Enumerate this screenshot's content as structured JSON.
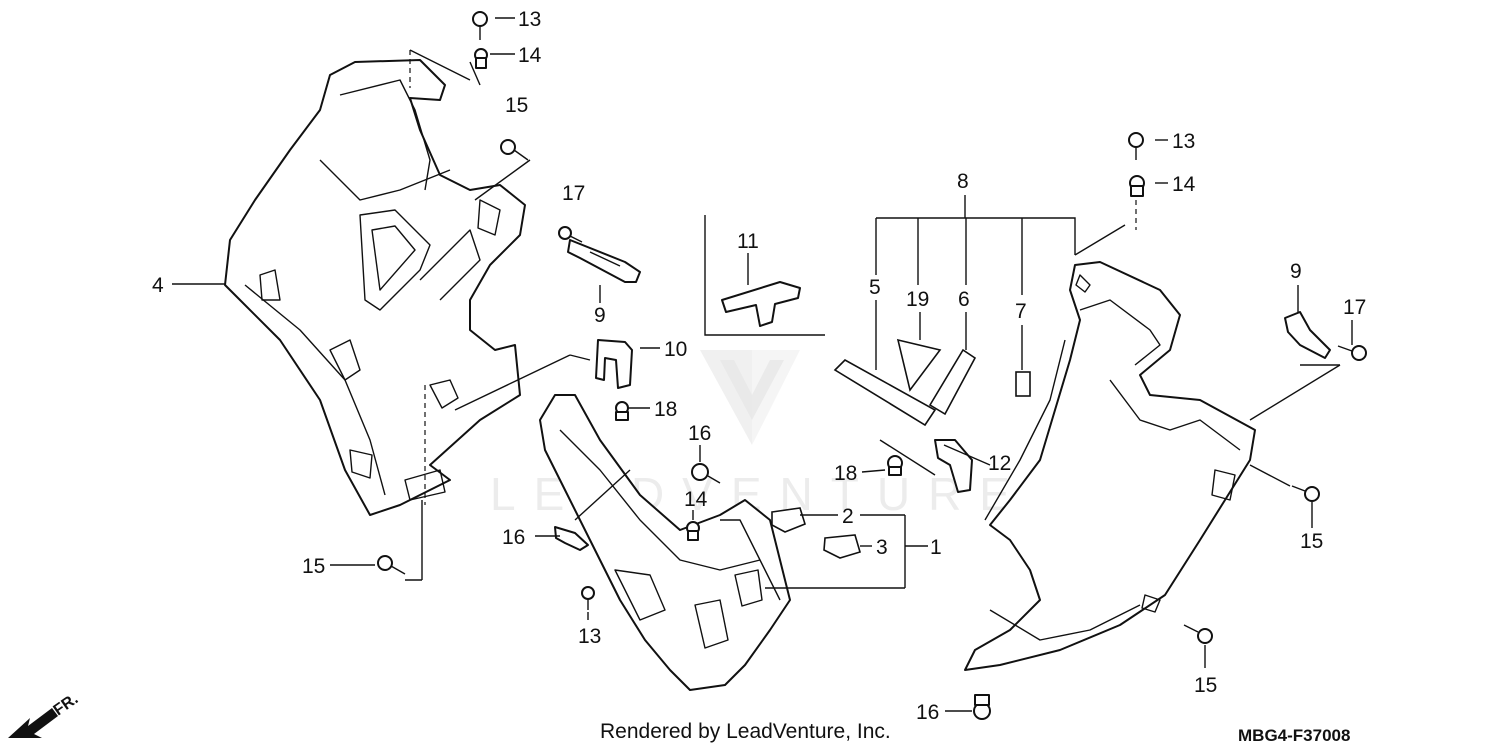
{
  "diagram": {
    "watermark": "LEADVENTURE",
    "rendered_by": "Rendered by LeadVenture, Inc.",
    "diagram_code": "MBG4-F37008",
    "direction_label": "FR.",
    "callouts": {
      "c13a": "13",
      "c14a": "14",
      "c15a": "15",
      "c17a": "17",
      "c4": "4",
      "c9a": "9",
      "c10": "10",
      "c18a": "18",
      "c15b": "15",
      "c11": "11",
      "c8": "8",
      "c5": "5",
      "c19": "19",
      "c6": "6",
      "c7": "7",
      "c16a": "16",
      "c14b": "14",
      "c16b": "16",
      "c2": "2",
      "c3": "3",
      "c1": "1",
      "c13b": "13",
      "c18b": "18",
      "c12": "12",
      "c13c": "13",
      "c14c": "14",
      "c9b": "9",
      "c17b": "17",
      "c15c": "15",
      "c15d": "15",
      "c16c": "16"
    }
  }
}
